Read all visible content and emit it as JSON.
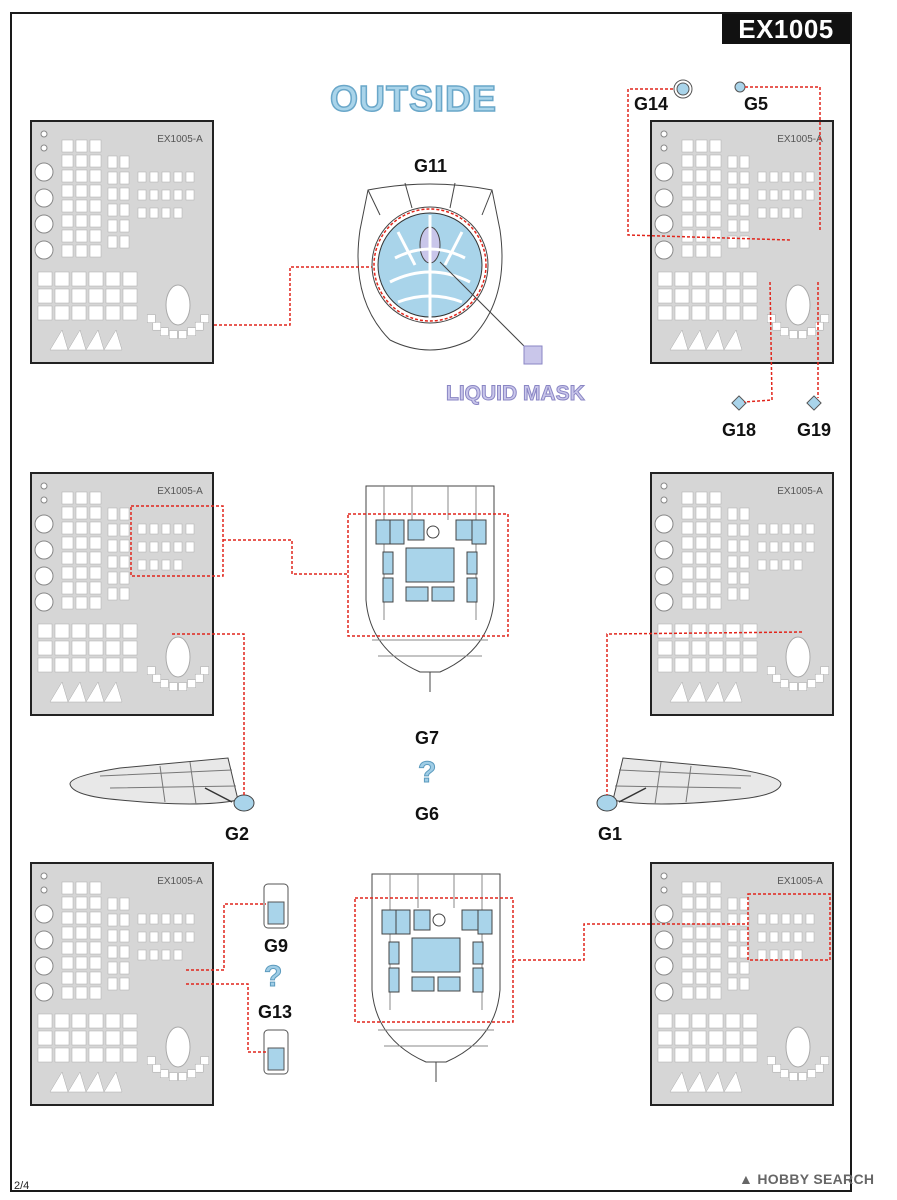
{
  "sheet_code": "EX1005",
  "heading": "OUTSIDE",
  "liquid_mask_label": "LIQUID MASK",
  "fret_label": "EX1005-A",
  "part_labels": {
    "g11": "G11",
    "g14": "G14",
    "g5": "G5",
    "g18": "G18",
    "g19": "G19",
    "g7": "G7",
    "g6": "G6",
    "g2": "G2",
    "g1": "G1",
    "g9": "G9",
    "g13": "G13"
  },
  "question_marks": [
    "?",
    "?"
  ],
  "page_number": "2/4",
  "watermark": "HOBBY SEARCH",
  "colors": {
    "mask_fill": "#a9d4ea",
    "sheet_gray": "#d6d6d6",
    "leader_red": "#e1251b",
    "liquid_mask_purple": "#c9c6ea"
  },
  "icons": [
    "question-mark-icon",
    "hobbysearch-logo-icon"
  ]
}
